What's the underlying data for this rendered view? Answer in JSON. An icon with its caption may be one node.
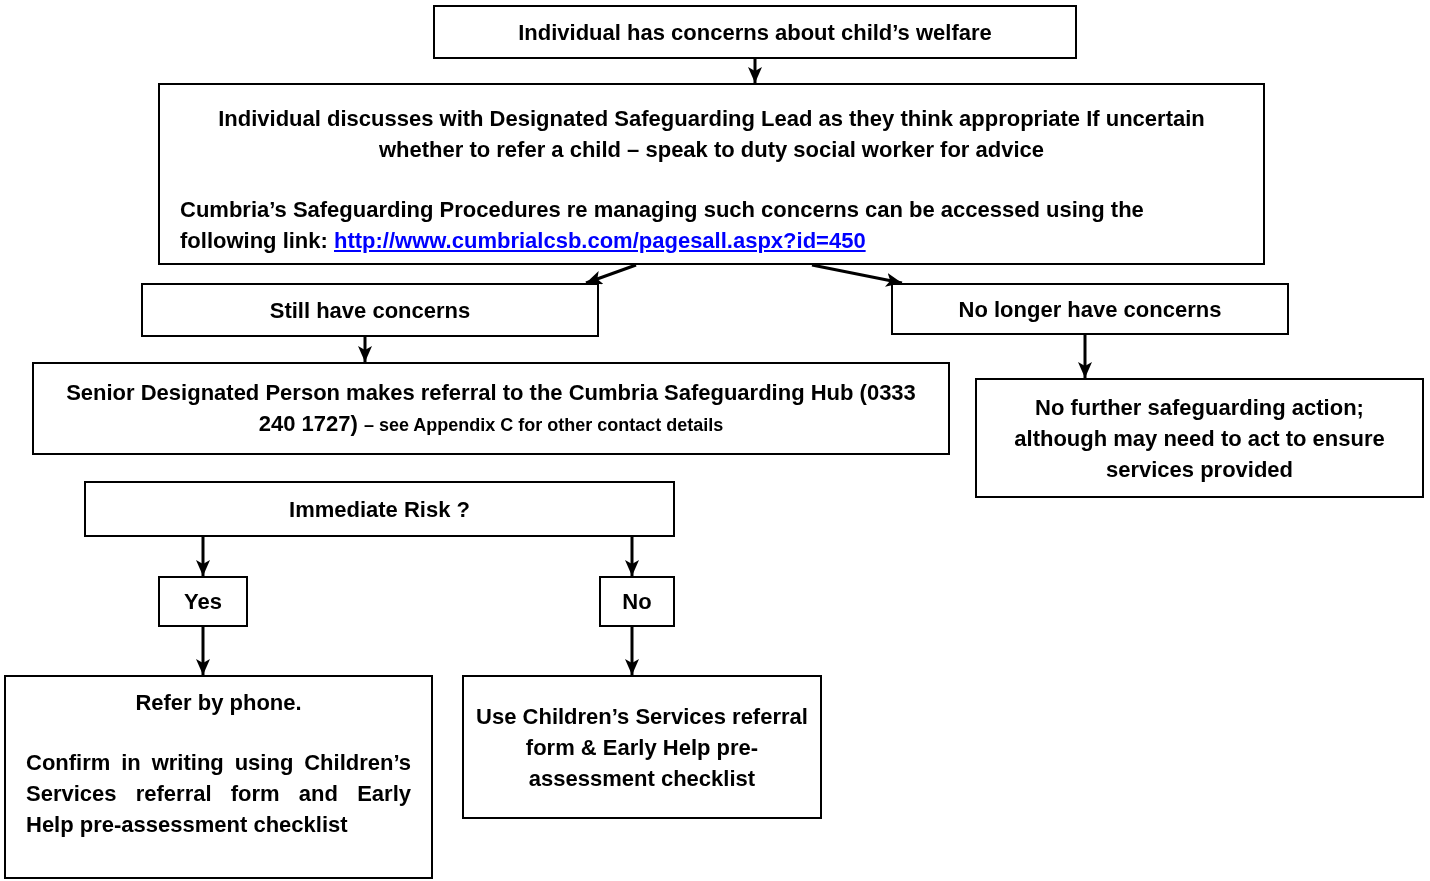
{
  "diagram": {
    "nodes": [
      {
        "text": [
          "Individual has concerns about child’s welfare"
        ]
      },
      {
        "text": [
          "Individual discusses with Designated Safeguarding Lead as they think appropriate If uncertain whether to refer a child – speak to duty social worker for advice",
          "Cumbria’s Safeguarding Procedures re managing such concerns can be accessed using the following link:",
          "http://www.cumbrialcsb.com/pagesall.aspx?id=450"
        ]
      },
      {
        "text": [
          "Still have concerns"
        ]
      },
      {
        "text": [
          "No longer have concerns"
        ]
      },
      {
        "text": [
          "Senior Designated Person makes referral to the Cumbria Safeguarding Hub (0333 240 1727)",
          "– see Appendix C for other contact details"
        ]
      },
      {
        "text": [
          "No further safeguarding action; although may need to act to ensure services provided"
        ]
      },
      {
        "text": [
          "Immediate Risk ?"
        ]
      },
      {
        "text": [
          "Yes"
        ]
      },
      {
        "text": [
          "No"
        ]
      },
      {
        "text": [
          "Refer by phone.",
          "Confirm in writing using Children’s Services referral form and Early Help pre-assessment checklist"
        ]
      },
      {
        "text": [
          "Use Children’s Services referral form & Early Help pre-assessment checklist"
        ]
      }
    ],
    "edges": [
      {
        "from": 0,
        "to": 1,
        "arrow": "to"
      },
      {
        "from": 1,
        "to": 2,
        "arrow": "to"
      },
      {
        "from": 1,
        "to": 3,
        "arrow": "to"
      },
      {
        "from": 2,
        "to": 4,
        "arrow": "to"
      },
      {
        "from": 3,
        "to": 5,
        "arrow": "to"
      },
      {
        "from": 6,
        "to": 7,
        "arrow": "to"
      },
      {
        "from": 6,
        "to": 8,
        "arrow": "to"
      },
      {
        "from": 7,
        "to": 9,
        "arrow": "to"
      },
      {
        "from": 8,
        "to": 10,
        "arrow": "to"
      }
    ]
  }
}
